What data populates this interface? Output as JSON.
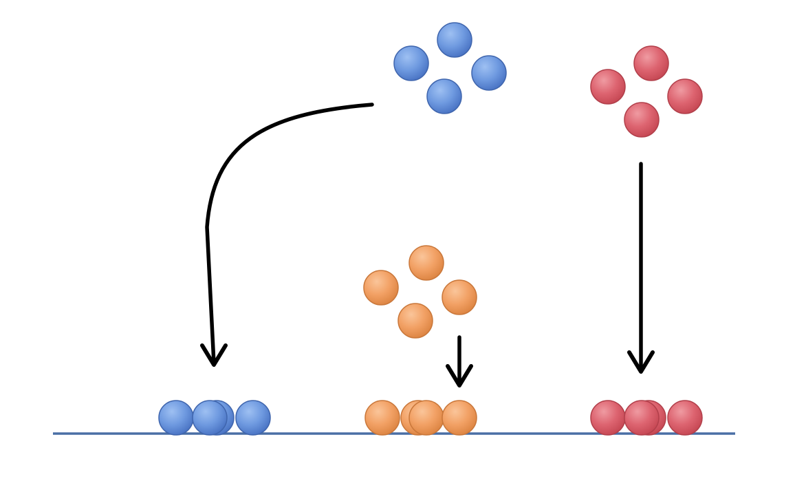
{
  "colors": {
    "background": "#ffffff",
    "baseline": "#4a6fa5",
    "arrow": "#000000",
    "blue": {
      "light": "#9ec0f2",
      "mid": "#6f9ae0",
      "dark": "#4a74c4",
      "stroke": "#3f65ad"
    },
    "orange": {
      "light": "#fac59a",
      "mid": "#f2a165",
      "dark": "#dd8543",
      "stroke": "#c9773a"
    },
    "red": {
      "light": "#ef9ba2",
      "mid": "#dd6470",
      "dark": "#c64854",
      "stroke": "#b13f4a"
    }
  },
  "groups": [
    {
      "name": "blue",
      "free_particle_count": 4,
      "surface_particle_count": 4,
      "arrow_shape": "curved"
    },
    {
      "name": "orange",
      "free_particle_count": 4,
      "surface_particle_count": 4,
      "arrow_shape": "short-straight"
    },
    {
      "name": "red",
      "free_particle_count": 4,
      "surface_particle_count": 4,
      "arrow_shape": "long-straight"
    }
  ]
}
